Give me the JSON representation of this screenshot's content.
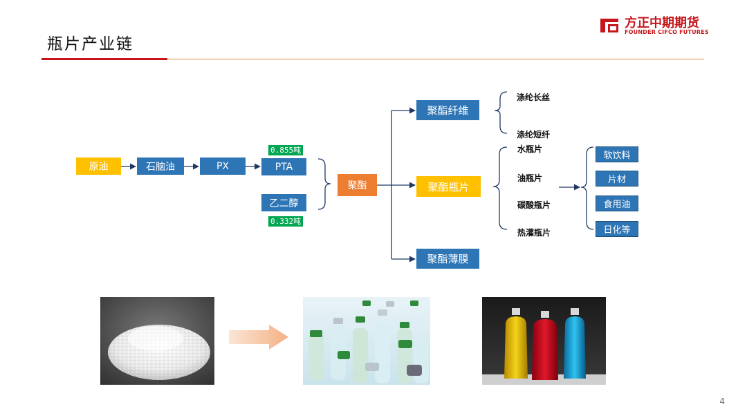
{
  "header": {
    "title": "瓶片产业链",
    "logo_cn": "方正中期期货",
    "logo_en": "FOUNDER CIFCO FUTURES"
  },
  "diagram": {
    "nodes": {
      "crude": "原油",
      "naphtha": "石脑油",
      "px": "PX",
      "pta": "PTA",
      "meg": "乙二醇",
      "polyester": "聚酯",
      "fiber": "聚酯纤维",
      "bottle_chip": "聚酯瓶片",
      "film": "聚酯薄膜"
    },
    "tags": {
      "pta_ratio": "0.855吨",
      "meg_ratio": "0.332吨"
    },
    "fiber_products": [
      "涤纶长丝",
      "涤纶短纤"
    ],
    "bottle_products": [
      "水瓶片",
      "油瓶片",
      "碳酸瓶片",
      "热灌瓶片"
    ],
    "end_uses": [
      "软饮料",
      "片材",
      "食用油",
      "日化等"
    ]
  },
  "colors": {
    "blue": "#2e75b6",
    "yellow": "#ffc000",
    "orange": "#ed7d31",
    "green": "#00a651",
    "brand_red": "#c8151b"
  },
  "footer": {
    "page_number": "4"
  }
}
